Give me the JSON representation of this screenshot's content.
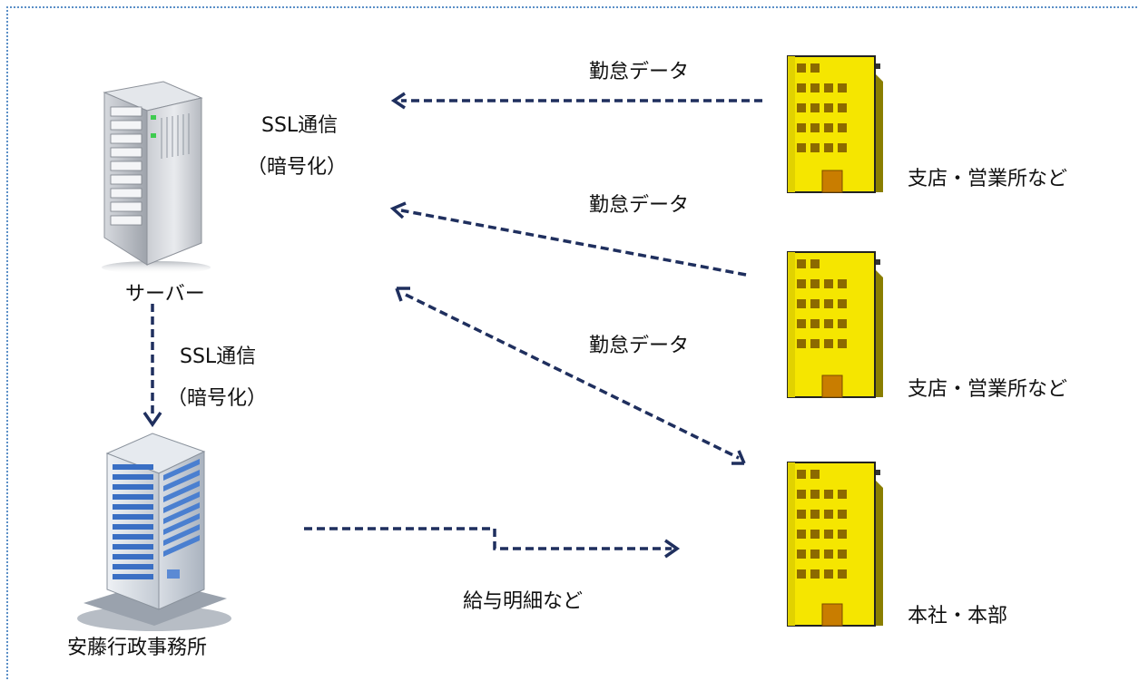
{
  "server": {
    "label": "サーバー",
    "icon": "server-icon"
  },
  "office": {
    "label": "安藤行政事務所",
    "icon": "office-tower-icon"
  },
  "buildings": [
    {
      "label": "支店・営業所など",
      "icon": "branch-building-icon"
    },
    {
      "label": "支店・営業所など",
      "icon": "branch-building-icon"
    },
    {
      "label": "本社・本部",
      "icon": "headquarters-building-icon"
    }
  ],
  "links": {
    "ssl_right": {
      "line1": "SSL通信",
      "line2": "（暗号化）"
    },
    "ssl_down": {
      "line1": "SSL通信",
      "line2": "（暗号化）"
    },
    "attendance": [
      "勤怠データ",
      "勤怠データ",
      "勤怠データ"
    ],
    "payslip": "給与明細など"
  },
  "colors": {
    "arrow": "#1f2f5e",
    "frame": "#5b8fc7",
    "building_yellow": "#f5e600",
    "office_blue": "#3a6fc4"
  }
}
